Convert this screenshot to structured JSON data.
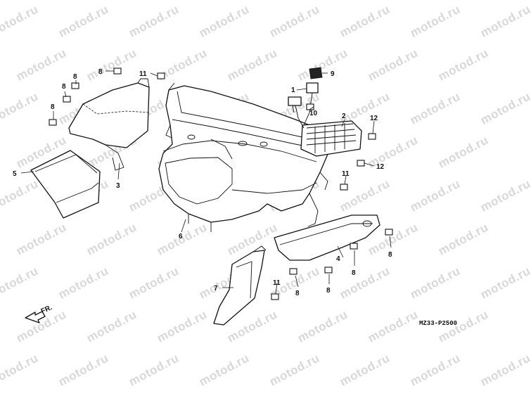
{
  "watermark": {
    "text": "motod.ru"
  },
  "callouts": {
    "c1": "1",
    "c2": "2",
    "c3": "3",
    "c4": "4",
    "c5": "5",
    "c6": "6",
    "c7": "7",
    "c8a": "8",
    "c8b": "8",
    "c8c": "8",
    "c8d": "8",
    "c8e": "8",
    "c8f": "8",
    "c8g": "8",
    "c8h": "8",
    "c9": "9",
    "c10": "10",
    "c11a": "11",
    "c11b": "11",
    "c11c": "11",
    "c12a": "12",
    "c12b": "12"
  },
  "direction_label": "FR.",
  "diagram_code": "MZ33-P2500"
}
